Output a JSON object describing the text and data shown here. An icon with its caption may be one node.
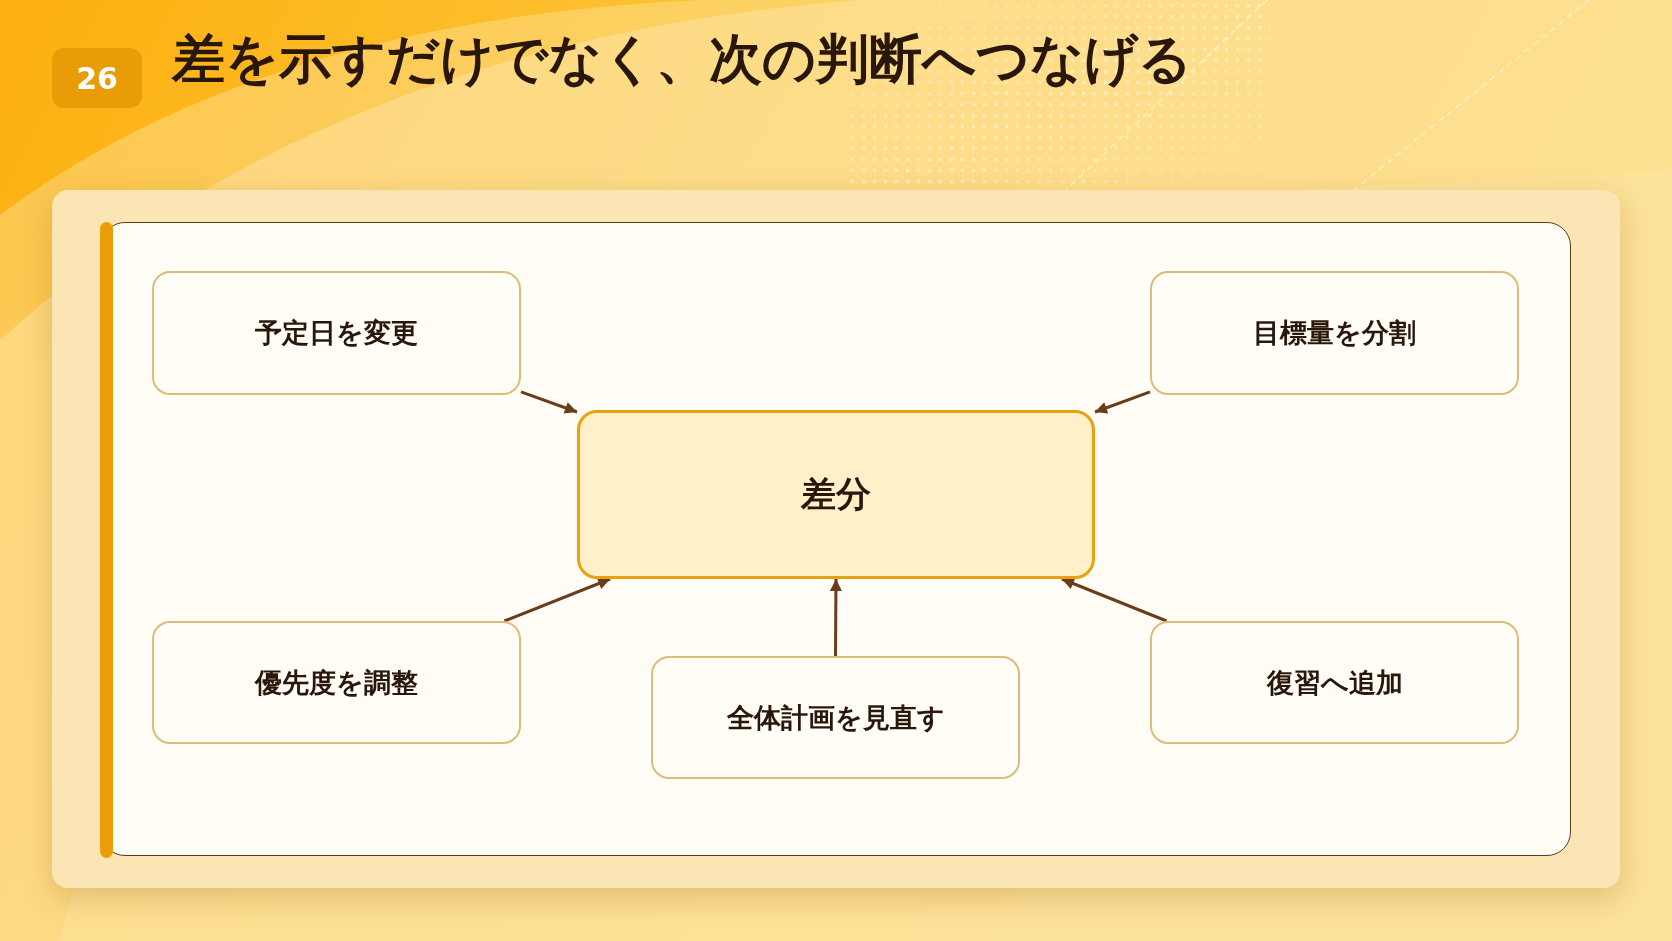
{
  "diagram": {
    "title": "差を示すだけでなく、次の判断へつなげる",
    "nodes": [
      {
        "text": [
          "予定日を変更"
        ]
      },
      {
        "text": [
          "目標量を分割"
        ]
      },
      {
        "text": [
          "差分"
        ]
      },
      {
        "text": [
          "優先度を調整"
        ]
      },
      {
        "text": [
          "全体計画を見直す"
        ]
      },
      {
        "text": [
          "復習へ追加"
        ]
      }
    ],
    "edges": [
      {
        "from": 0,
        "to": 2,
        "arrow": "to"
      },
      {
        "from": 1,
        "to": 2,
        "arrow": "to"
      },
      {
        "from": 3,
        "to": 2,
        "arrow": "to"
      },
      {
        "from": 4,
        "to": 2,
        "arrow": "to"
      },
      {
        "from": 5,
        "to": 2,
        "arrow": "to"
      }
    ],
    "labels": [
      "26"
    ]
  }
}
